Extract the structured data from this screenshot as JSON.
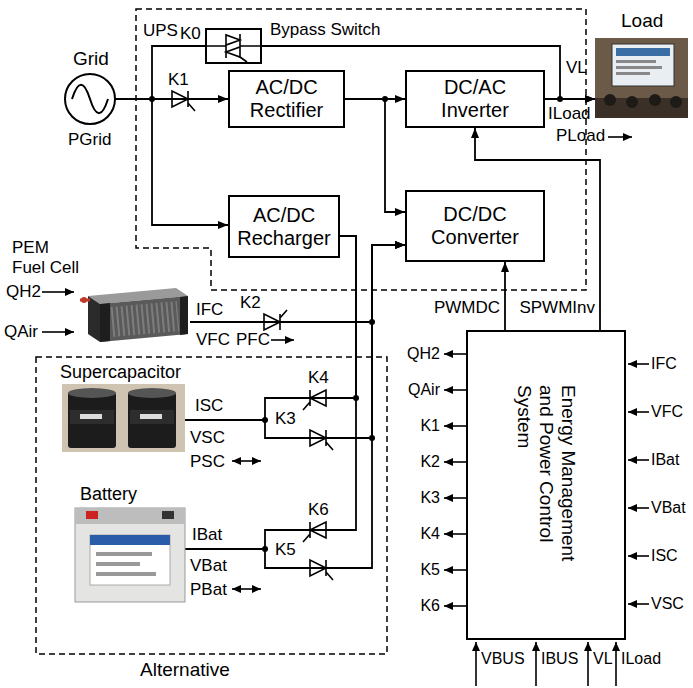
{
  "diagram": {
    "nodes": [
      {
        "text": [
          "UPS"
        ]
      },
      {
        "text": [
          "Bypass Switch"
        ],
        "in": 0
      },
      {
        "text": [
          "Load"
        ]
      },
      {
        "text": [
          "Grid"
        ]
      },
      {
        "text": [
          "AC/DC Rectifier"
        ],
        "in": 0
      },
      {
        "text": [
          "DC/AC Inverter"
        ],
        "in": 0
      },
      {
        "text": [
          "AC/DC Recharger"
        ],
        "in": 0
      },
      {
        "text": [
          "DC/DC Converter"
        ],
        "in": 0
      },
      {
        "text": [
          "PEM Fuel Cell"
        ]
      },
      {
        "text": [
          "Alternative"
        ]
      },
      {
        "text": [
          "Supercapacitor"
        ],
        "in": 9
      },
      {
        "text": [
          "Battery"
        ],
        "in": 9
      },
      {
        "text": [
          "Energy Management and Power Control System"
        ]
      }
    ],
    "edges": [
      {
        "from": 3,
        "to": 1,
        "arrow": "none"
      },
      {
        "from": 1,
        "to": 2,
        "arrow": "to"
      },
      {
        "from": 3,
        "to": 4,
        "arrow": "to"
      },
      {
        "from": 4,
        "to": 5,
        "arrow": "to"
      },
      {
        "from": 5,
        "to": 2,
        "arrow": "to"
      },
      {
        "from": 3,
        "to": 6,
        "arrow": "to"
      },
      {
        "from": 4,
        "to": 7,
        "arrow": "to"
      },
      {
        "from": 8,
        "to": 7,
        "arrow": "to"
      },
      {
        "from": 6,
        "to": 10,
        "arrow": "none"
      },
      {
        "from": 6,
        "to": 11,
        "arrow": "none"
      },
      {
        "from": 10,
        "to": 7,
        "arrow": "to"
      },
      {
        "from": 11,
        "to": 7,
        "arrow": "to"
      },
      {
        "from": 12,
        "to": 7,
        "label": "PWMDC",
        "arrow": "to"
      },
      {
        "from": 12,
        "to": 5,
        "label": "SPWMInv",
        "arrow": "to"
      }
    ],
    "labels": [
      "K0",
      "K1",
      "PGrid",
      "VL",
      "ILoad",
      "PLoad",
      "QH2",
      "QAir",
      "IFC",
      "K2",
      "VFC",
      "PFC",
      "K4",
      "ISC",
      "K3",
      "VSC",
      "PSC",
      "K6",
      "IBat",
      "K5",
      "VBat",
      "PBat",
      "QH2",
      "QAir",
      "K1",
      "K2",
      "K3",
      "K4",
      "K5",
      "K6",
      "IFC",
      "VFC",
      "IBat",
      "VBat",
      "ISC",
      "VSC",
      "VBUS",
      "IBUS",
      "VL",
      "ILoad"
    ]
  }
}
